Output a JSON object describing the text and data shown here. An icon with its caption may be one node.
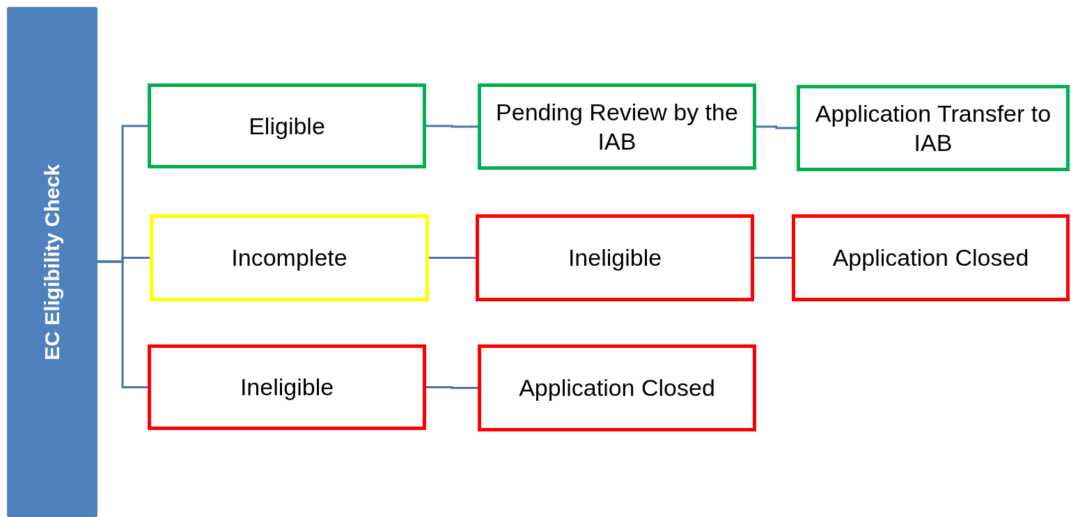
{
  "diagram": {
    "nodes": [
      {
        "text": [
          "EC Eligibility Check"
        ]
      },
      {
        "text": [
          "Eligible"
        ]
      },
      {
        "text": [
          "Pending Review by the IAB"
        ]
      },
      {
        "text": [
          "Application Transfer to IAB"
        ]
      },
      {
        "text": [
          "Incomplete"
        ]
      },
      {
        "text": [
          "Ineligible"
        ]
      },
      {
        "text": [
          "Application Closed"
        ]
      },
      {
        "text": [
          "Ineligible"
        ]
      },
      {
        "text": [
          "Application Closed"
        ]
      }
    ],
    "edges": [
      {
        "from": 0,
        "to": 1,
        "arrow": "none"
      },
      {
        "from": 0,
        "to": 4,
        "arrow": "none"
      },
      {
        "from": 0,
        "to": 7,
        "arrow": "none"
      },
      {
        "from": 1,
        "to": 2,
        "arrow": "none"
      },
      {
        "from": 2,
        "to": 3,
        "arrow": "none"
      },
      {
        "from": 4,
        "to": 5,
        "arrow": "none"
      },
      {
        "from": 5,
        "to": 6,
        "arrow": "none"
      },
      {
        "from": 7,
        "to": 8,
        "arrow": "none"
      }
    ]
  }
}
